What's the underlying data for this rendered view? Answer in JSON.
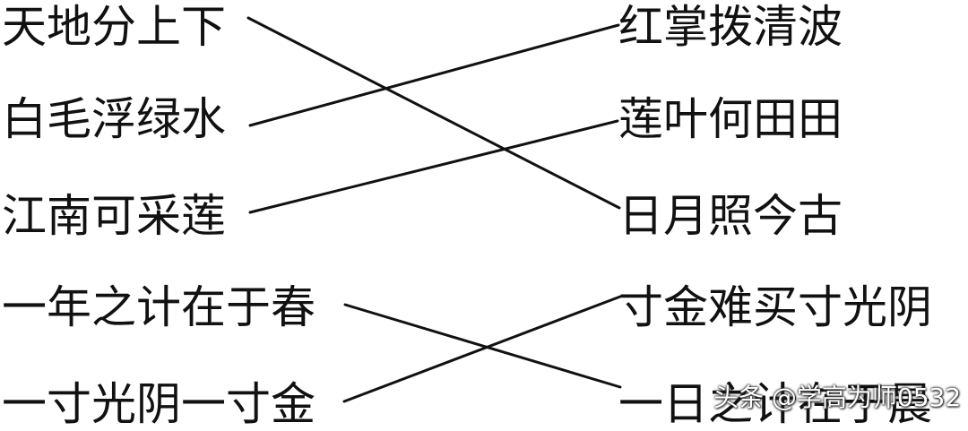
{
  "left_items": [
    "天地分上下",
    "白毛浮绿水",
    "江南可采莲",
    "一年之计在于春",
    "一寸光阴一寸金"
  ],
  "right_items": [
    "红掌拨清波",
    "莲叶何田田",
    "日月照今古",
    "寸金难买寸光阴",
    "一日之计在于晨"
  ],
  "connections": [
    {
      "from": 0,
      "to": 2
    },
    {
      "from": 1,
      "to": 0
    },
    {
      "from": 2,
      "to": 1
    },
    {
      "from": 3,
      "to": 4
    },
    {
      "from": 4,
      "to": 3
    }
  ],
  "watermark": "头条 @学高为师0532"
}
